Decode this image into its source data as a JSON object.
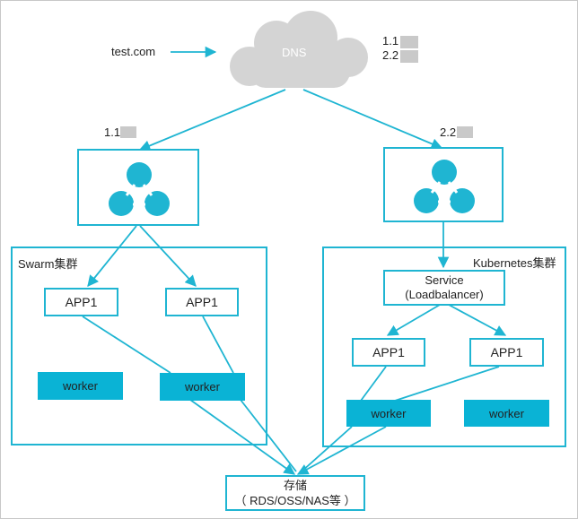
{
  "client": {
    "domain": "test.com"
  },
  "dns": {
    "label": "DNS",
    "records": [
      "1.1",
      "2.2"
    ]
  },
  "lb_left": {
    "ip": "1.1"
  },
  "lb_right": {
    "ip": "2.2"
  },
  "swarm": {
    "title": "Swarm集群",
    "apps": [
      "APP1",
      "APP1"
    ],
    "workers": [
      "worker",
      "worker"
    ]
  },
  "kubernetes": {
    "title": "Kubernetes集群",
    "service_line1": "Service",
    "service_line2": "(Loadbalancer)",
    "apps": [
      "APP1",
      "APP1"
    ],
    "workers": [
      "worker",
      "worker"
    ]
  },
  "storage": {
    "line1": "存储",
    "line2": "（ RDS/OSS/NAS等 ）"
  },
  "colors": {
    "accent": "#1fb5d2",
    "worker_fill": "#0ab3d5",
    "cloud": "#d4d4d4",
    "frame": "#c8c8c8"
  }
}
